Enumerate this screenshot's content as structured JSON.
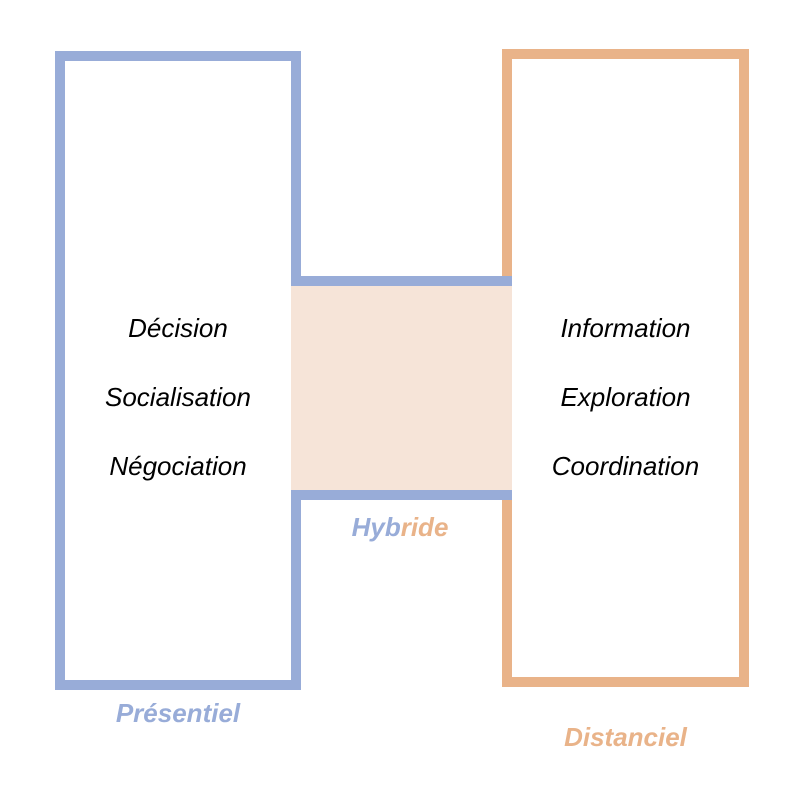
{
  "colors": {
    "presentiel": "#98acd8",
    "distanciel": "#e9b389",
    "hybrid_fill": "#f6e4d8"
  },
  "presentiel": {
    "items": [
      "Décision",
      "Socialisation",
      "Négociation"
    ],
    "label": "Présentiel"
  },
  "distanciel": {
    "items": [
      "Information",
      "Exploration",
      "Coordination"
    ],
    "label": "Distanciel"
  },
  "hybrid": {
    "label_part1": "Hyb",
    "label_part2": "ride"
  }
}
